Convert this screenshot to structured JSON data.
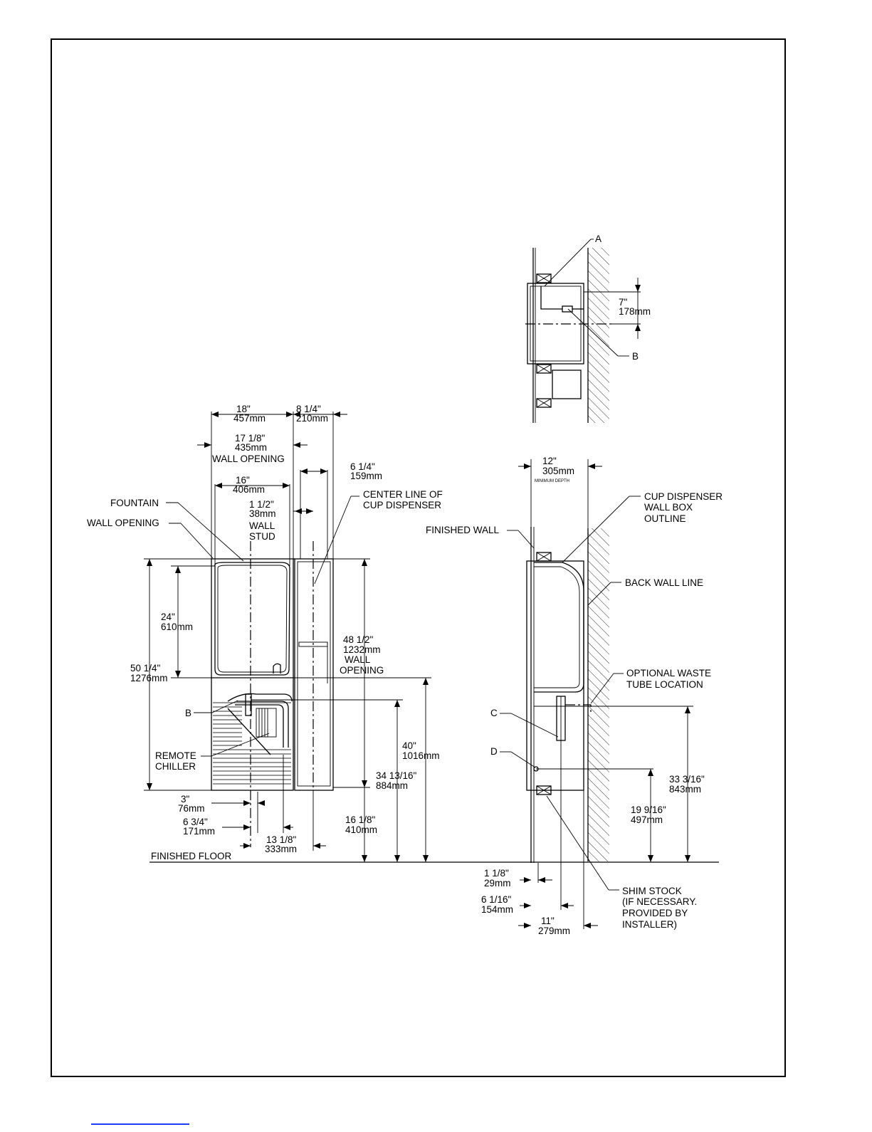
{
  "colors": {
    "ink": "#000000",
    "paper": "#ffffff",
    "link": "#1a3cff"
  },
  "detail": {
    "label_a": "A",
    "label_b": "B",
    "dim_in": "7\"",
    "dim_mm": "178mm"
  },
  "front": {
    "w18_in": "18\"",
    "w18_mm": "457mm",
    "w8_in": "8 1/4\"",
    "w8_mm": "210mm",
    "w17_in": "17 1/8\"",
    "w17_mm": "435mm",
    "w17_note": "WALL OPENING",
    "w6_in": "6 1/4\"",
    "w6_mm": "159mm",
    "w16_in": "16\"",
    "w16_mm": "406mm",
    "stud_in": "1 1/2\"",
    "stud_mm": "38mm",
    "stud_l1": "WALL",
    "stud_l2": "STUD",
    "cl_l1": "CENTER LINE OF",
    "cl_l2": "CUP DISPENSER",
    "fountain": "FOUNTAIN",
    "wall_opening": "WALL OPENING",
    "h24_in": "24\"",
    "h24_mm": "610mm",
    "h50_in": "50 1/4\"",
    "h50_mm": "1276mm",
    "h48_in": "48 1/2\"",
    "h48_mm": "1232mm",
    "h48_l1": "WALL",
    "h48_l2": "OPENING",
    "label_b": "B",
    "chiller_l1": "REMOTE",
    "chiller_l2": "CHILLER",
    "h40_in": "40\"",
    "h40_mm": "1016mm",
    "h34_in": "34 13/16\"",
    "h34_mm": "884mm",
    "h16_in": "16 1/8\"",
    "h16_mm": "410mm",
    "d3_in": "3\"",
    "d3_mm": "76mm",
    "d6_in": "6 3/4\"",
    "d6_mm": "171mm",
    "d13_in": "13 1/8\"",
    "d13_mm": "333mm",
    "floor": "FINISHED FLOOR"
  },
  "side": {
    "d12_in": "12\"",
    "d12_mm": "305mm",
    "d12_note": "MINIMUM DEPTH",
    "finished_wall": "FINISHED WALL",
    "cup_l1": "CUP DISPENSER",
    "cup_l2": "WALL BOX",
    "cup_l3": "OUTLINE",
    "back_wall": "BACK WALL LINE",
    "waste_l1": "OPTIONAL WASTE",
    "waste_l2": "TUBE LOCATION",
    "label_c": "C",
    "label_d": "D",
    "h33_in": "33 3/16\"",
    "h33_mm": "843mm",
    "h19_in": "19 9/16\"",
    "h19_mm": "497mm",
    "d1_in": "1 1/8\"",
    "d1_mm": "29mm",
    "d6_in": "6 1/16\"",
    "d6_mm": "154mm",
    "d11_in": "11\"",
    "d11_mm": "279mm",
    "shim_l1": "SHIM STOCK",
    "shim_l2": "(IF NECESSARY.",
    "shim_l3": "PROVIDED BY",
    "shim_l4": "INSTALLER)"
  }
}
